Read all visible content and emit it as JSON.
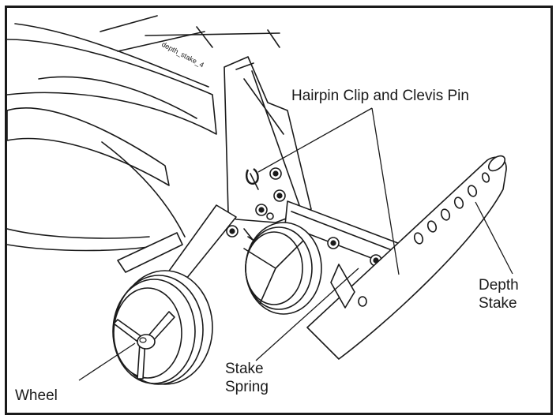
{
  "diagram": {
    "file_tag": "depth_stake_4",
    "labels": {
      "hairpin": "Hairpin Clip and Clevis Pin",
      "depth_stake_line1": "Depth",
      "depth_stake_line2": "Stake",
      "stake_spring_line1": "Stake",
      "stake_spring_line2": "Spring",
      "wheel": "Wheel"
    }
  }
}
